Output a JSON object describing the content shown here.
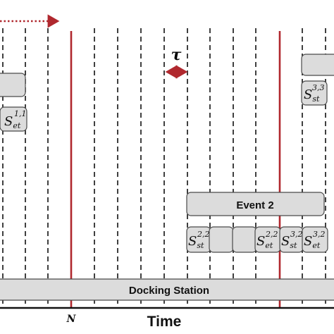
{
  "diagram": {
    "tau_label": "τ",
    "event_label": "Event 2",
    "docking_label": "Docking Station",
    "axis_label": "Time",
    "n_label": "N",
    "colors": {
      "red": "#b0282e",
      "box_fill": "#dcdcdc",
      "box_stroke": "#4a4a4a",
      "dash": "#111111"
    },
    "slots": [
      {
        "id": "s-et-11",
        "base": "S",
        "sub": "et",
        "sup": "1,1"
      },
      {
        "id": "s-st-33",
        "base": "S",
        "sub": "st",
        "sup": "3,3"
      },
      {
        "id": "s-st-22",
        "base": "S",
        "sub": "st",
        "sup": "2,2"
      },
      {
        "id": "s-et-22",
        "base": "S",
        "sub": "et",
        "sup": "2,2"
      },
      {
        "id": "s-st-32",
        "base": "S",
        "sub": "st",
        "sup": "3,2"
      },
      {
        "id": "s-et-32",
        "base": "S",
        "sub": "et",
        "sup": "3,2"
      }
    ]
  }
}
